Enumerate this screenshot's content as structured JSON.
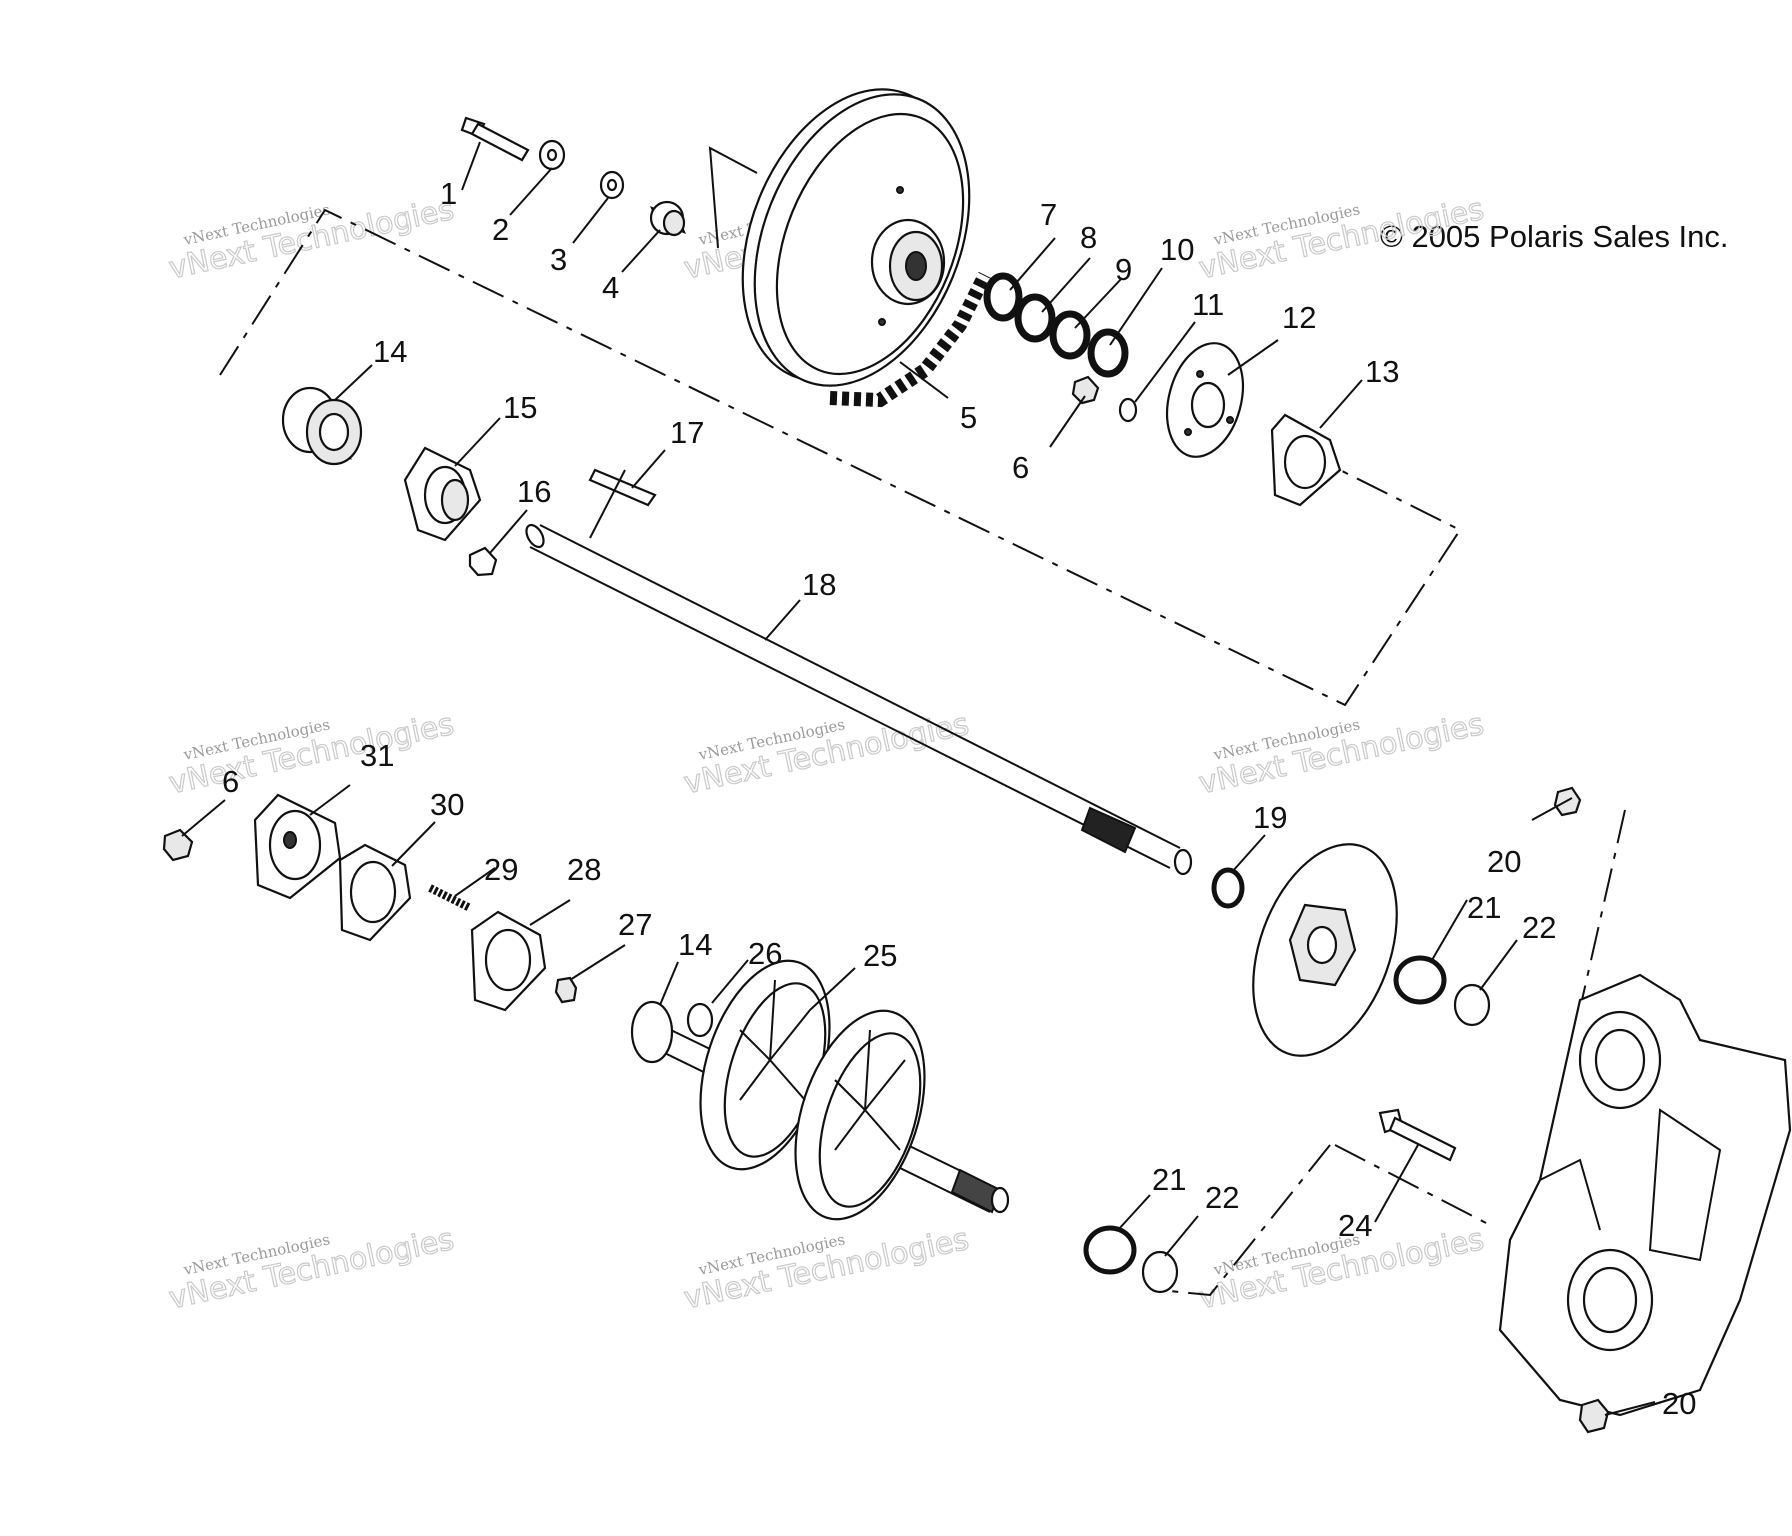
{
  "copyright": "© 2005 Polaris Sales Inc.",
  "watermark": {
    "line1": "vNext Technologies",
    "line2": "vNext Technologies"
  },
  "callouts": [
    "1",
    "2",
    "3",
    "4",
    "5",
    "6",
    "7",
    "8",
    "9",
    "10",
    "11",
    "12",
    "13",
    "14",
    "15",
    "16",
    "17",
    "18",
    "6",
    "31",
    "30",
    "29",
    "28",
    "27",
    "14",
    "26",
    "25",
    "19",
    "20",
    "21",
    "22",
    "21",
    "22",
    "24",
    "20"
  ]
}
